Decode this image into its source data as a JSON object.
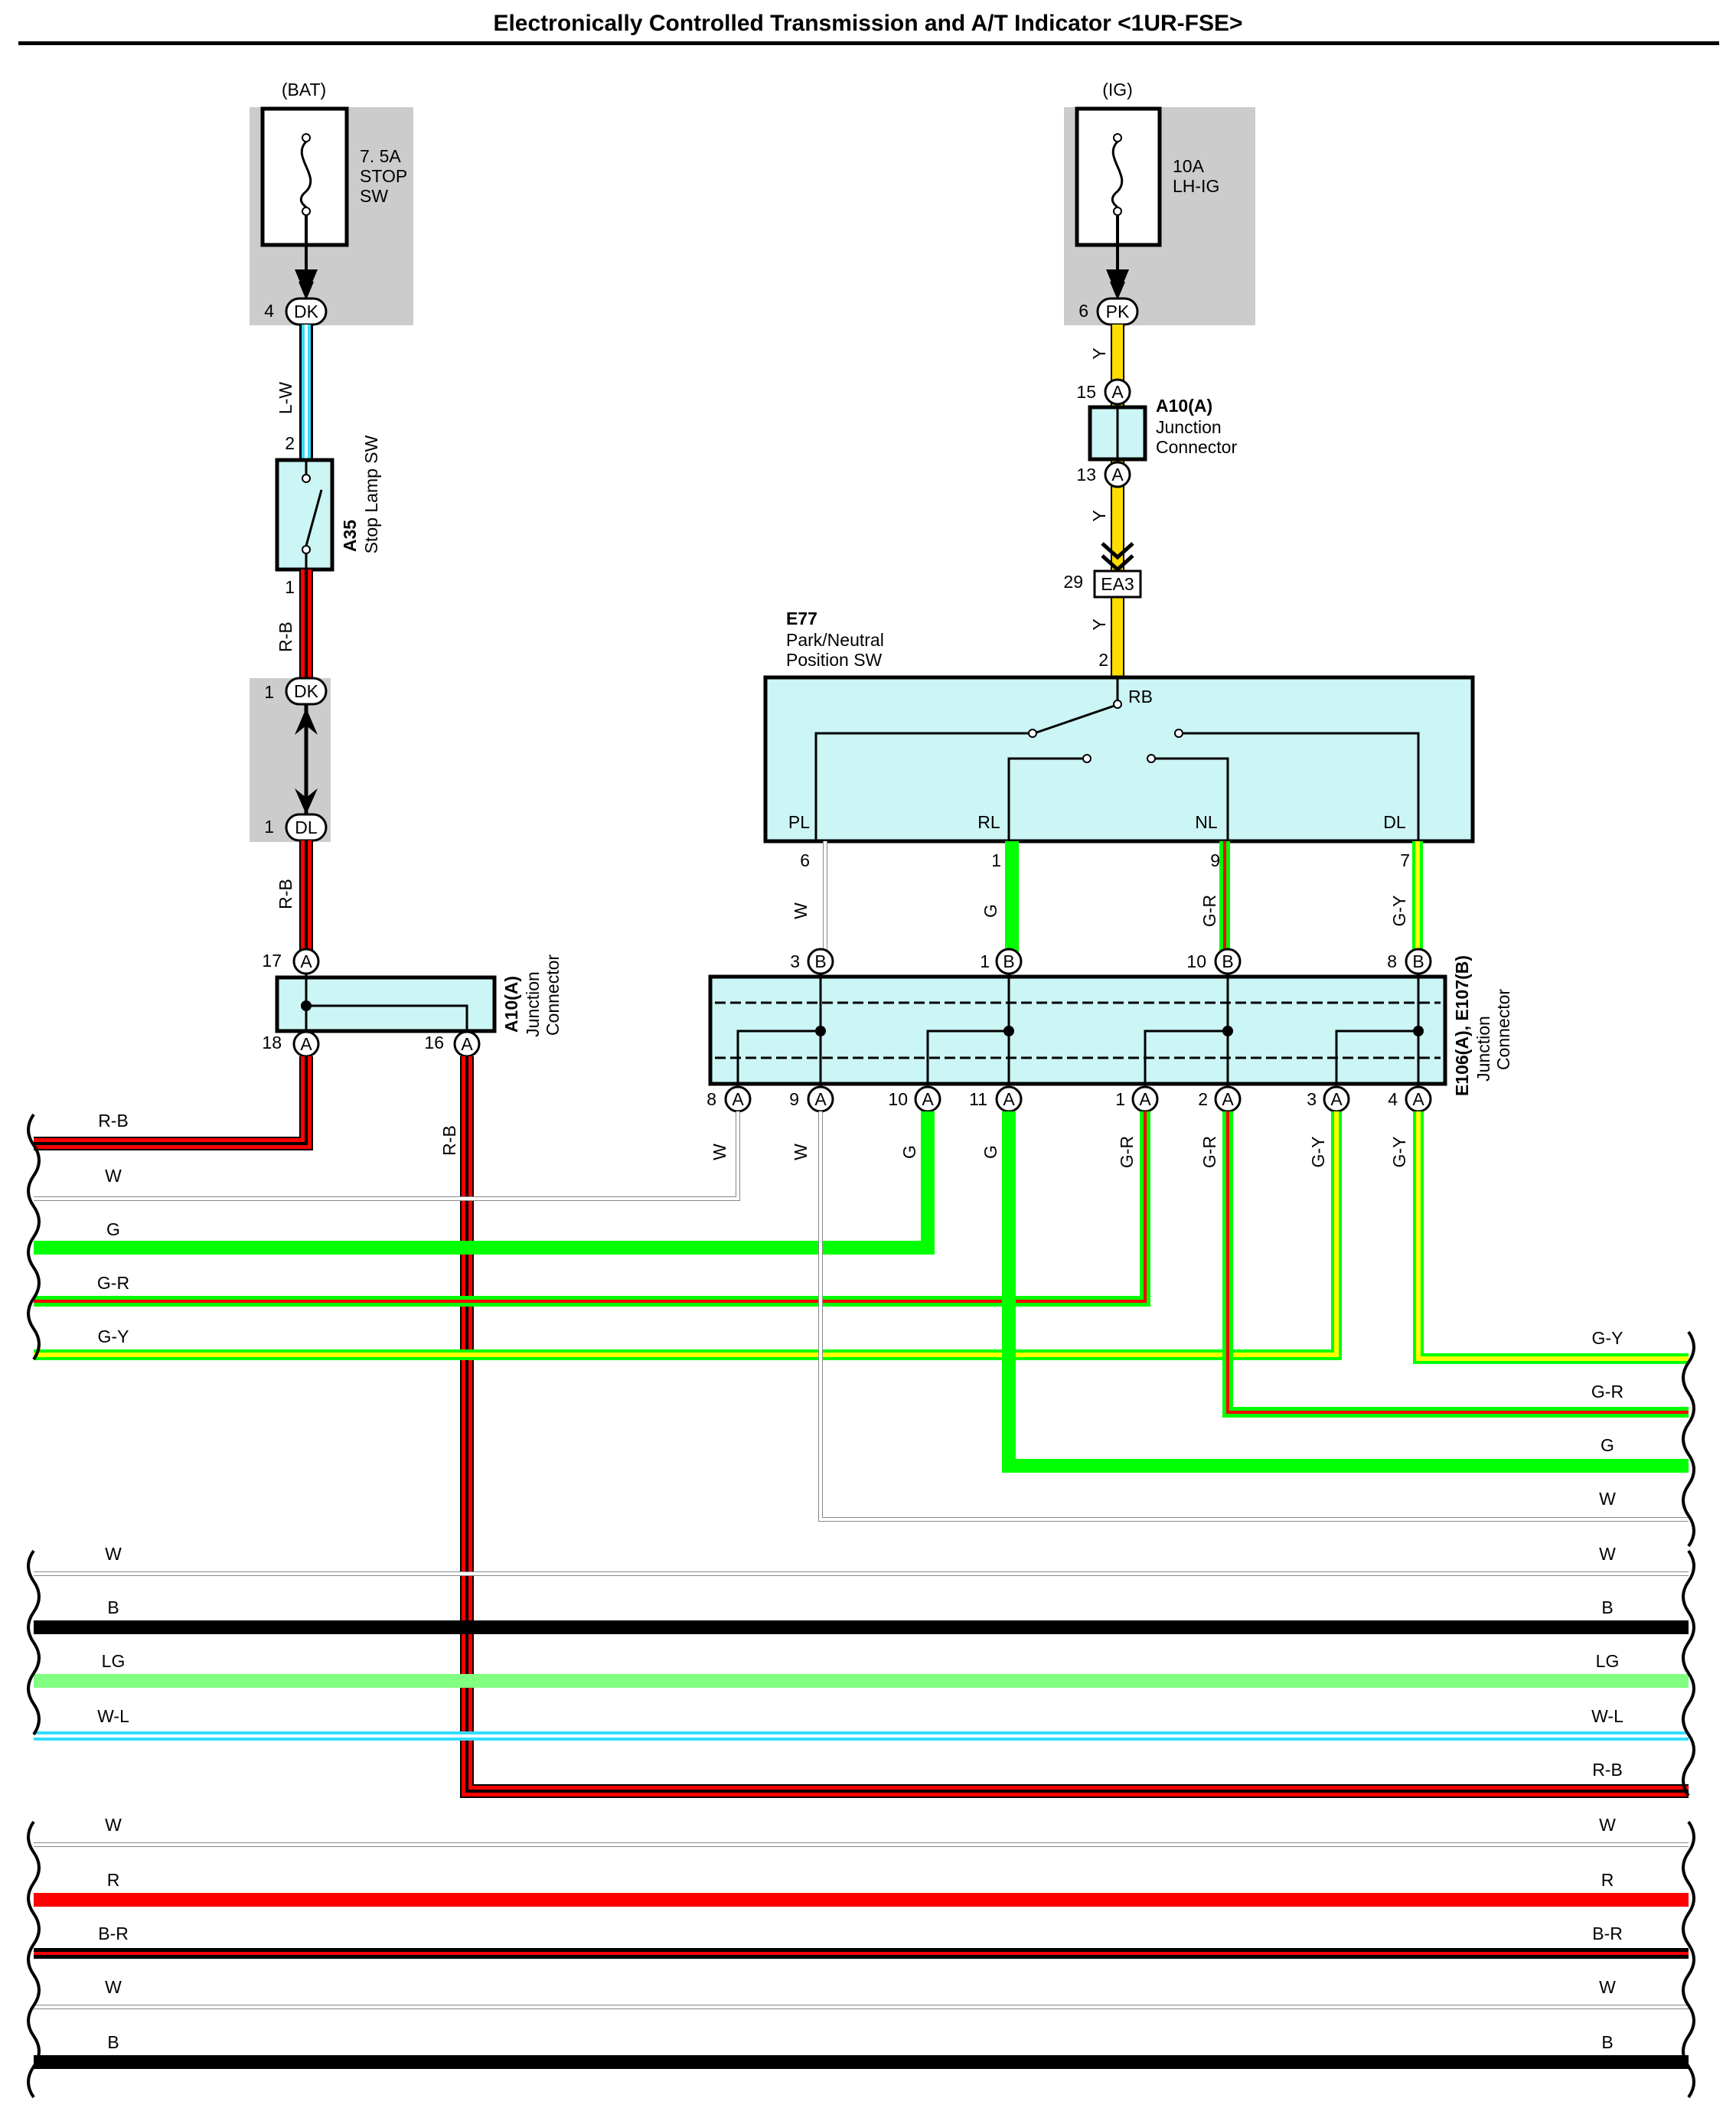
{
  "title": "Electronically Controlled Transmission and A/T Indicator <1UR-FSE>",
  "colors": {
    "W": "#ffffff",
    "G": "#00ff00",
    "G-R": "#00ff00/#ff0000",
    "G-Y": "#00ff00/#ffff00",
    "R-B": "#ff0000/#000000",
    "B": "#000000",
    "LG": "#80ff80",
    "W-L": "#ffffff/#33ddff",
    "R": "#ff0000",
    "B-R": "#000000/#ff0000",
    "L-W": "#33ddff/#ffffff",
    "Y": "#ffdd00",
    "connector_fill": "#ccf5f5",
    "fuse_box_fill": "#cccccc"
  },
  "bat_fuse": {
    "source": "(BAT)",
    "rating": "7. 5A",
    "name_line1": "STOP",
    "name_line2": "SW",
    "pin": "4",
    "conn": "DK",
    "wire": "L-W"
  },
  "ig_fuse": {
    "source": "(IG)",
    "rating": "10A",
    "name": "LH-IG",
    "pin": "6",
    "conn": "PK",
    "wire_a": "Y",
    "jc_id": "A10(A)",
    "jc_line1": "Junction",
    "jc_line2": "Connector",
    "jc_pin_in": "15",
    "jc_pin_out": "13",
    "jc_letter": "A",
    "wire_b": "Y",
    "ea_pin": "29",
    "ea": "EA3",
    "wire_c": "Y"
  },
  "stop_lamp_sw": {
    "id": "A35",
    "name": "Stop Lamp SW",
    "pin_top": "2",
    "pin_bottom": "1",
    "wire": "R-B",
    "dk_pin": "1",
    "dk": "DK",
    "dl_pin": "1",
    "dl": "DL",
    "wire2": "R-B"
  },
  "jc_a10_left": {
    "id": "A10(A)",
    "line1": "Junction",
    "line2": "Connector",
    "pin_in": "17",
    "pin_out1": "18",
    "pin_out2": "16",
    "letter": "A",
    "wire_out2": "R-B"
  },
  "pnp_sw": {
    "id": "E77",
    "line1": "Park/Neutral",
    "line2": "Position SW",
    "input_pin": "2",
    "rb": "RB",
    "terminals": [
      {
        "label": "PL",
        "pin": "6",
        "wire": "W"
      },
      {
        "label": "RL",
        "pin": "1",
        "wire": "G"
      },
      {
        "label": "NL",
        "pin": "9",
        "wire": "G-R"
      },
      {
        "label": "DL",
        "pin": "7",
        "wire": "G-Y"
      }
    ]
  },
  "jc_e106": {
    "id": "E106(A), E107(B)",
    "line1": "Junction",
    "line2": "Connector",
    "top_pins": [
      {
        "pin": "3",
        "letter": "B"
      },
      {
        "pin": "1",
        "letter": "B"
      },
      {
        "pin": "10",
        "letter": "B"
      },
      {
        "pin": "8",
        "letter": "B"
      }
    ],
    "bottom_pins": [
      {
        "pin": "8",
        "letter": "A",
        "wire": "W"
      },
      {
        "pin": "9",
        "letter": "A",
        "wire": "W"
      },
      {
        "pin": "10",
        "letter": "A",
        "wire": "G"
      },
      {
        "pin": "11",
        "letter": "A",
        "wire": "G"
      },
      {
        "pin": "1",
        "letter": "A",
        "wire": "G-R"
      },
      {
        "pin": "2",
        "letter": "A",
        "wire": "G-R"
      },
      {
        "pin": "3",
        "letter": "A",
        "wire": "G-Y"
      },
      {
        "pin": "4",
        "letter": "A",
        "wire": "G-Y"
      }
    ]
  },
  "left_bus_labels": [
    "R-B",
    "W",
    "G",
    "G-R",
    "G-Y"
  ],
  "right_bus_labels": [
    "G-Y",
    "G-R",
    "G",
    "W"
  ],
  "bottom_bus_1": [
    "W",
    "B",
    "LG",
    "W-L",
    "R-B"
  ],
  "bottom_bus_2": [
    "W",
    "R",
    "B-R",
    "W",
    "B"
  ]
}
